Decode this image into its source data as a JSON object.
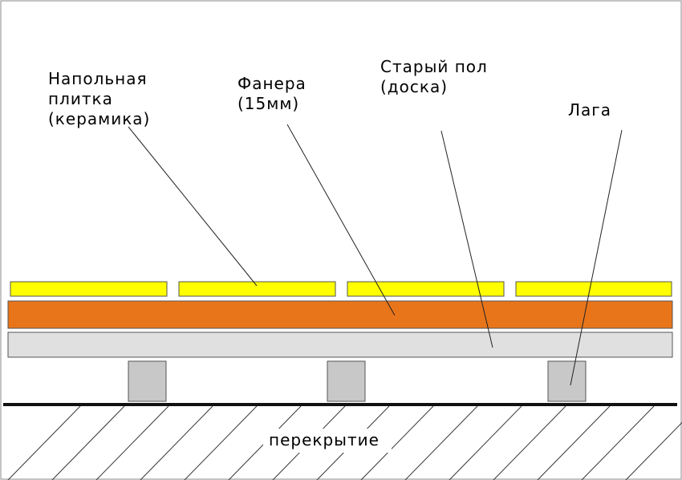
{
  "labels": {
    "tile": [
      "Напольная",
      "плитка",
      "(керамика)"
    ],
    "plywood": [
      "Фанера",
      "(15мм)"
    ],
    "old_floor": [
      "Старый пол",
      "(доска)"
    ],
    "joist": [
      "Лага"
    ],
    "slab": "перекрытие"
  },
  "colors": {
    "tile": "#ffff00",
    "plywood": "#e8751a",
    "old_floor": "#e0e0e0",
    "joist": "#c8c8c8",
    "outline": "#555555"
  }
}
